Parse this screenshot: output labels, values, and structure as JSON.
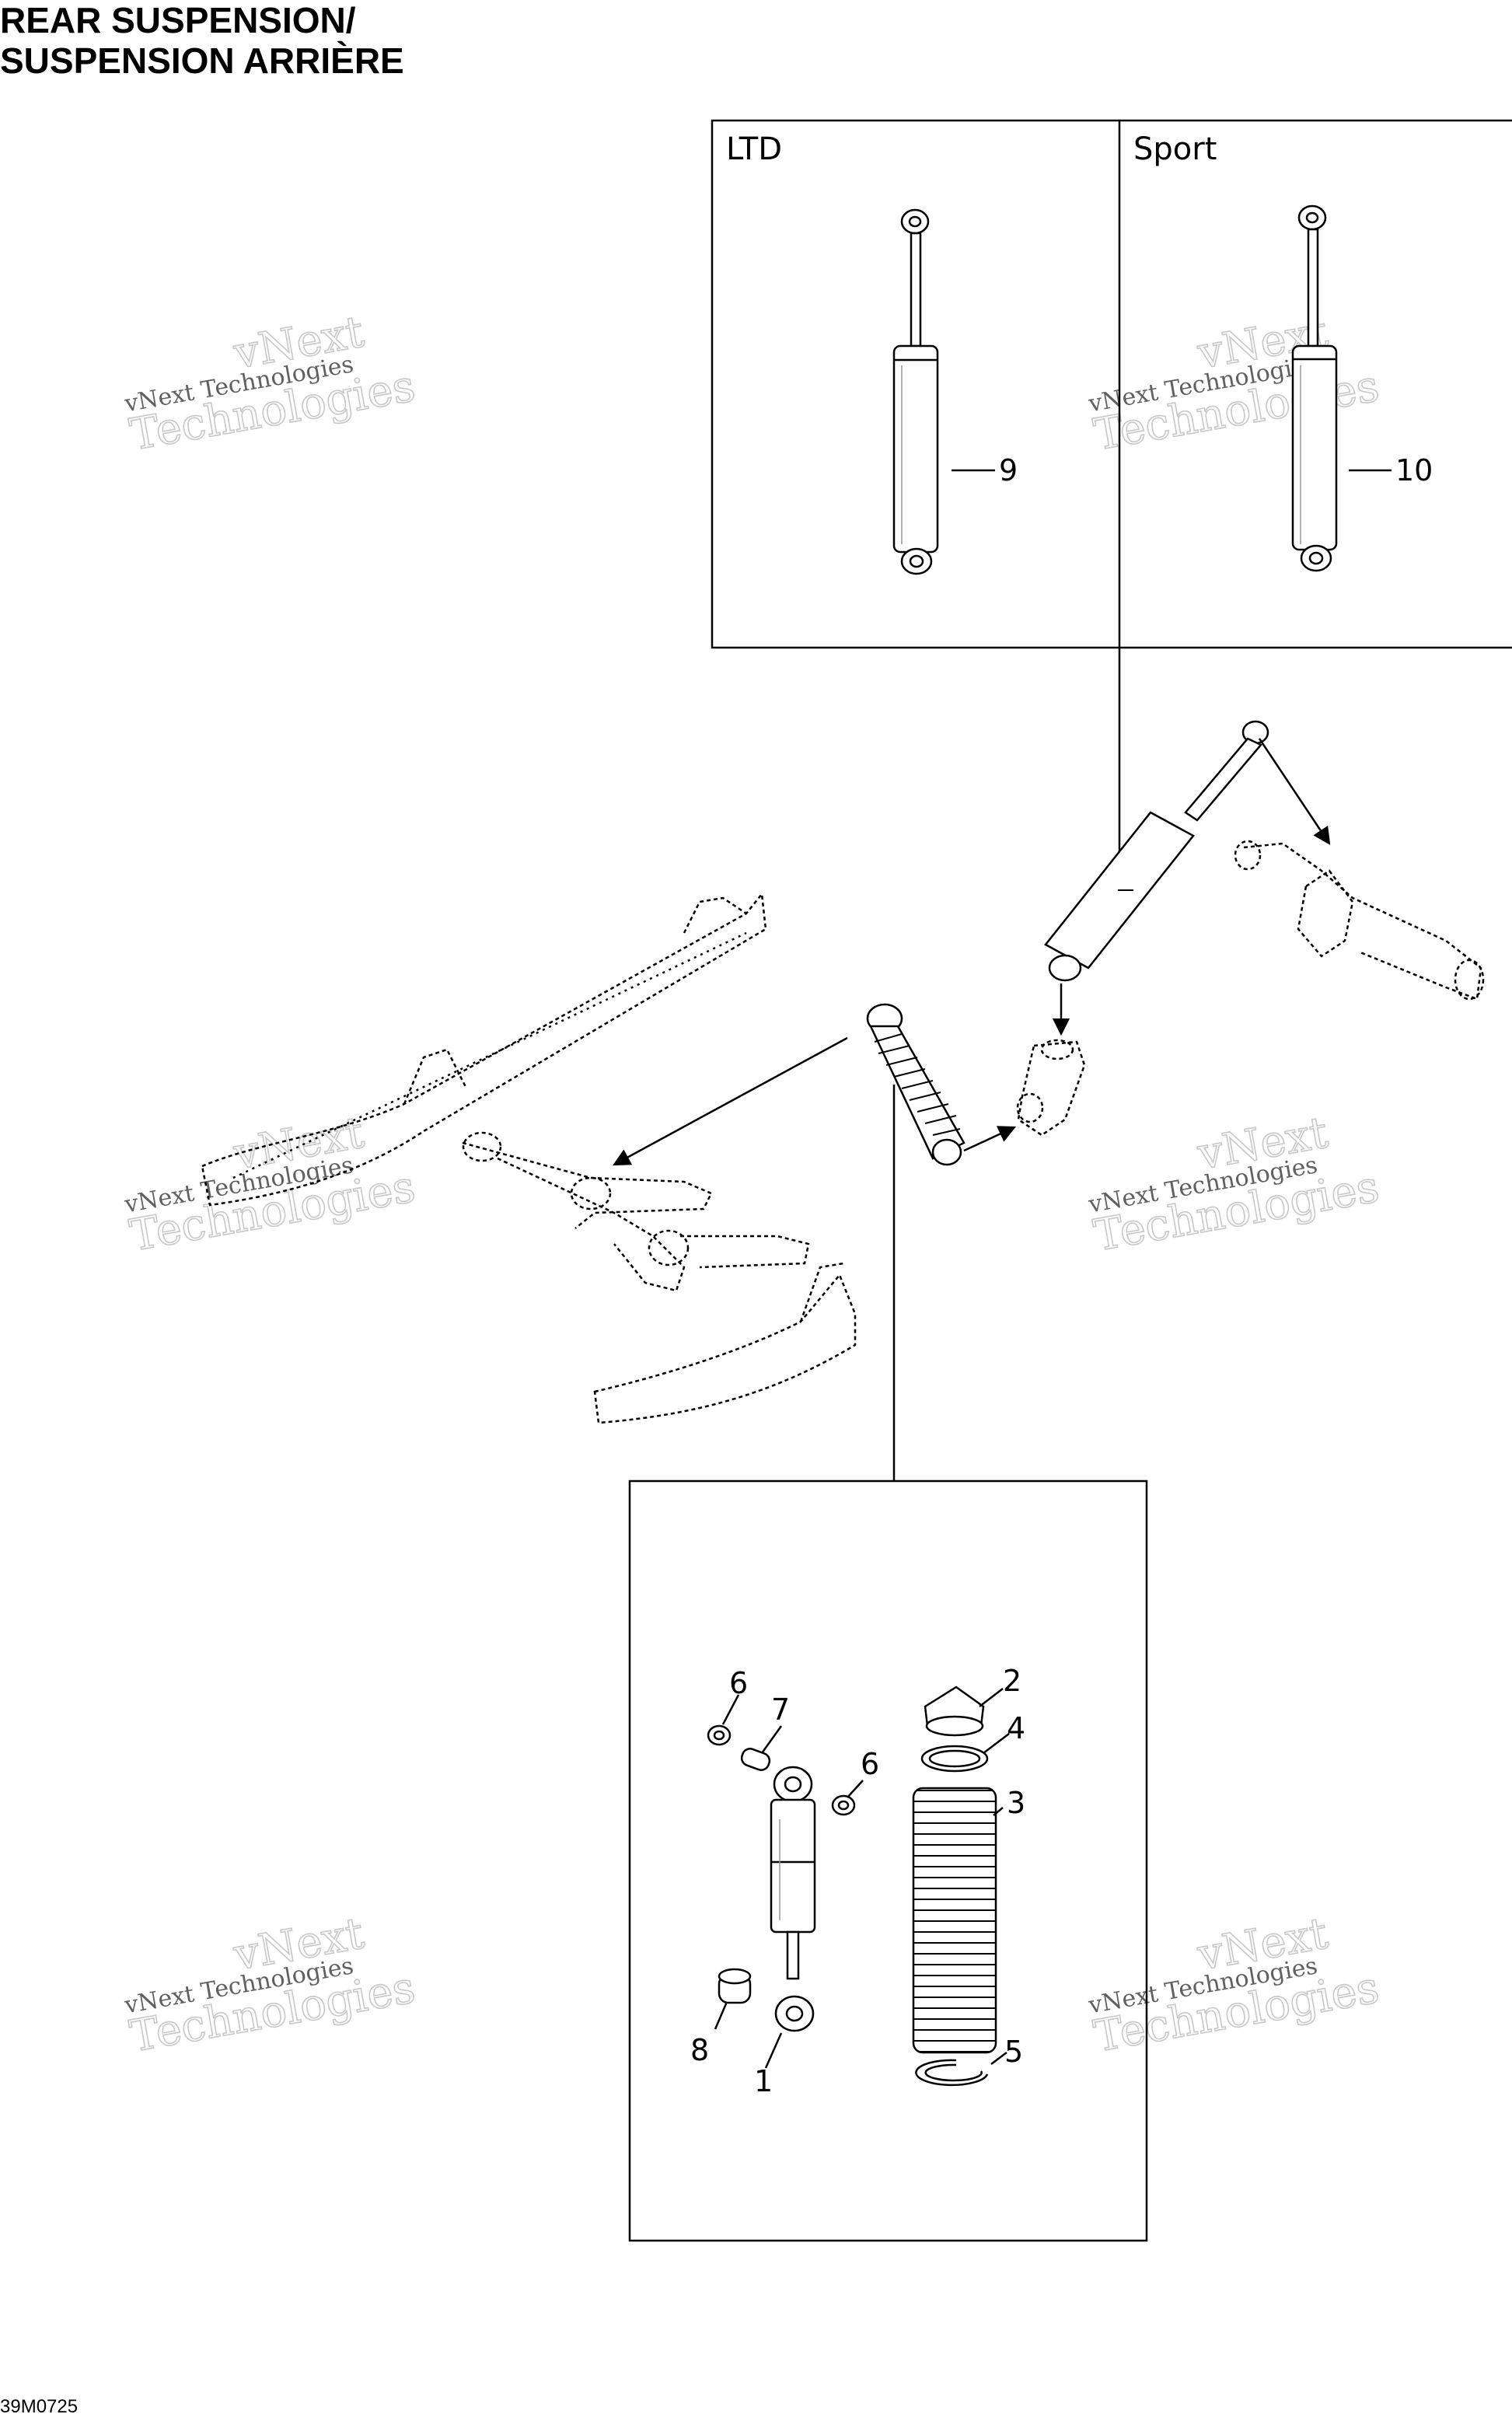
{
  "title": {
    "line1": "REAR SUSPENSION/",
    "line2": "SUSPENSION ARRIÈRE"
  },
  "variants": {
    "left": "LTD",
    "right": "Sport"
  },
  "callouts": {
    "c1": "1",
    "c2": "2",
    "c3": "3",
    "c4": "4",
    "c5": "5",
    "c6a": "6",
    "c6b": "6",
    "c7": "7",
    "c8": "8",
    "c9": "9",
    "c10": "10"
  },
  "watermark": {
    "line1": "vNext Technologies",
    "line2": "Technologies",
    "line3": "vNext"
  },
  "footer": {
    "code": "39M0725"
  }
}
